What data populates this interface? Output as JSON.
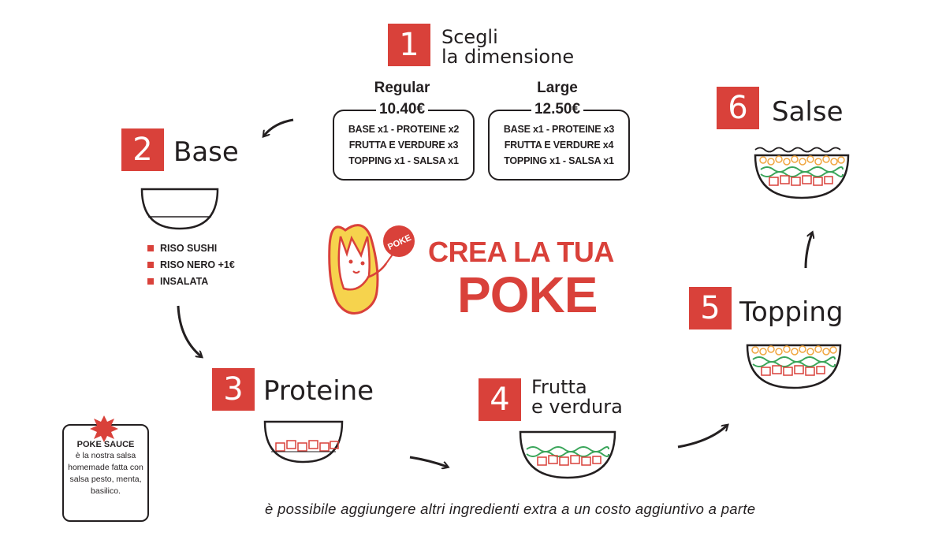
{
  "steps": [
    {
      "num": "1",
      "title_line1": "Scegli",
      "title_line2": "la dimensione"
    },
    {
      "num": "2",
      "title": "Base"
    },
    {
      "num": "3",
      "title": "Proteine"
    },
    {
      "num": "4",
      "title_line1": "Frutta",
      "title_line2": "e verdura"
    },
    {
      "num": "5",
      "title": "Topping"
    },
    {
      "num": "6",
      "title": "Salse"
    }
  ],
  "sizes": [
    {
      "name": "Regular",
      "price": "10.40€",
      "lines": [
        "BASE x1 - PROTEINE x2",
        "FRUTTA E VERDURE x3",
        "TOPPING x1 - SALSA x1"
      ]
    },
    {
      "name": "Large",
      "price": "12.50€",
      "lines": [
        "BASE x1 - PROTEINE x3",
        "FRUTTA E VERDURE x4",
        "TOPPING x1 - SALSA x1"
      ]
    }
  ],
  "base_options": [
    "RISO SUSHI",
    "RISO NERO +1€",
    "INSALATA"
  ],
  "logo": {
    "badge_text": "POKE",
    "title_line1": "CREA LA TUA",
    "title_line2": "POKE"
  },
  "sauce_note": {
    "heading": "POKE SAUCE",
    "body_lines": [
      "è la nostra salsa",
      "homemade fatta con",
      "salsa pesto, menta,",
      "basilico."
    ]
  },
  "footer": "è possibile aggiungere altri ingredienti extra a un costo aggiuntivo a parte",
  "colors": {
    "accent": "#d9413a",
    "yellow": "#f6d34d",
    "green": "#3aa55a",
    "orange": "#f0a640",
    "ink": "#231f20"
  },
  "icons": [
    "bowl-icon",
    "arrow-icon",
    "cat-mascot-icon",
    "star-burst-icon"
  ]
}
